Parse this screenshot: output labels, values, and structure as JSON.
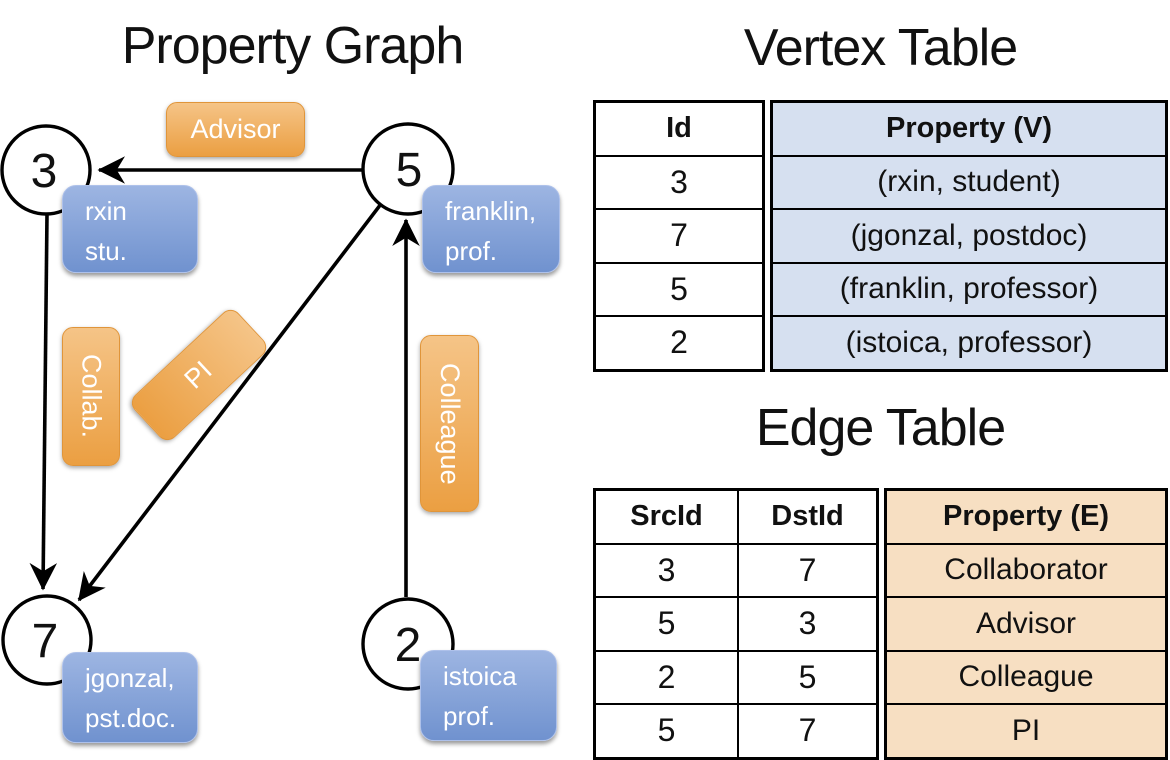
{
  "colors": {
    "edge_label_orange_top": "#f5c487",
    "edge_label_orange_bottom": "#eb9f42",
    "property_box_blue_top": "#9db5e2",
    "property_box_blue_bottom": "#7092cf",
    "vertex_table_fill": "#d6e0f0",
    "edge_table_fill": "#f7dfc2",
    "graph_line_color": "#000000"
  },
  "graph": {
    "title": "Property Graph",
    "nodes": [
      {
        "id": "3"
      },
      {
        "id": "5"
      },
      {
        "id": "7"
      },
      {
        "id": "2"
      }
    ],
    "properties": [
      {
        "line1": "rxin",
        "line2": "stu."
      },
      {
        "line1": "franklin,",
        "line2": "prof."
      },
      {
        "line1": "jgonzal,",
        "line2": "pst.doc."
      },
      {
        "line1": "istoica",
        "line2": "prof."
      }
    ],
    "edge_labels": {
      "advisor": "Advisor",
      "collab": "Collab.",
      "pi": "PI",
      "colleague": "Colleague"
    }
  },
  "vertex_table": {
    "title": "Vertex Table",
    "headers": [
      "Id",
      "Property (V)"
    ],
    "rows": [
      [
        "3",
        "(rxin, student)"
      ],
      [
        "7",
        "(jgonzal, postdoc)"
      ],
      [
        "5",
        "(franklin, professor)"
      ],
      [
        "2",
        "(istoica, professor)"
      ]
    ]
  },
  "edge_table": {
    "title": "Edge Table",
    "headers": [
      "SrcId",
      "DstId",
      "Property (E)"
    ],
    "rows": [
      [
        "3",
        "7",
        "Collaborator"
      ],
      [
        "5",
        "3",
        "Advisor"
      ],
      [
        "2",
        "5",
        "Colleague"
      ],
      [
        "5",
        "7",
        "PI"
      ]
    ]
  }
}
